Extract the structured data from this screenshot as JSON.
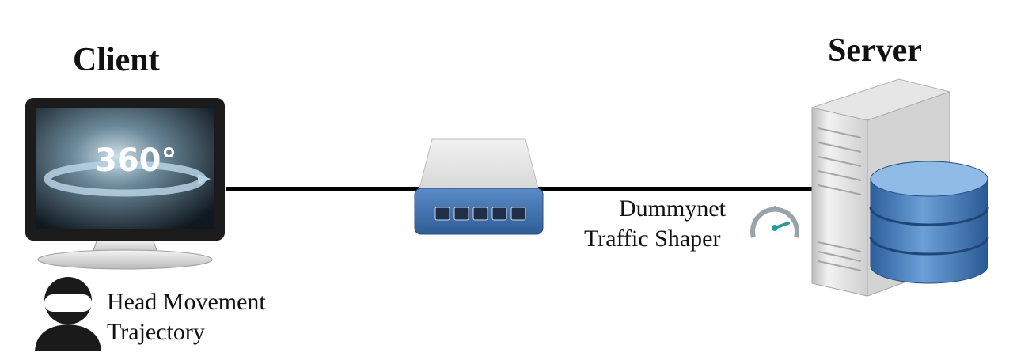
{
  "client": {
    "title": "Client",
    "screen_text": "360°",
    "monitor_icon": "monitor-icon",
    "vr_user_icon": "vr-headset-user-icon",
    "head_movement_label_line1": "Head Movement",
    "head_movement_label_line2": "Trajectory"
  },
  "network": {
    "switch_icon": "network-switch-icon",
    "shaper_icon": "speedometer-icon",
    "shaper_label_line1": "Dummynet",
    "shaper_label_line2": "Traffic Shaper"
  },
  "server": {
    "title": "Server",
    "tower_icon": "server-tower-icon",
    "database_icon": "database-icon"
  },
  "colors": {
    "link": "#000000",
    "switch_blue": "#3d6fb0",
    "database_blue": "#3a72b4",
    "server_gray": "#d9d9d9",
    "gauge_teal": "#2a9a9a"
  }
}
